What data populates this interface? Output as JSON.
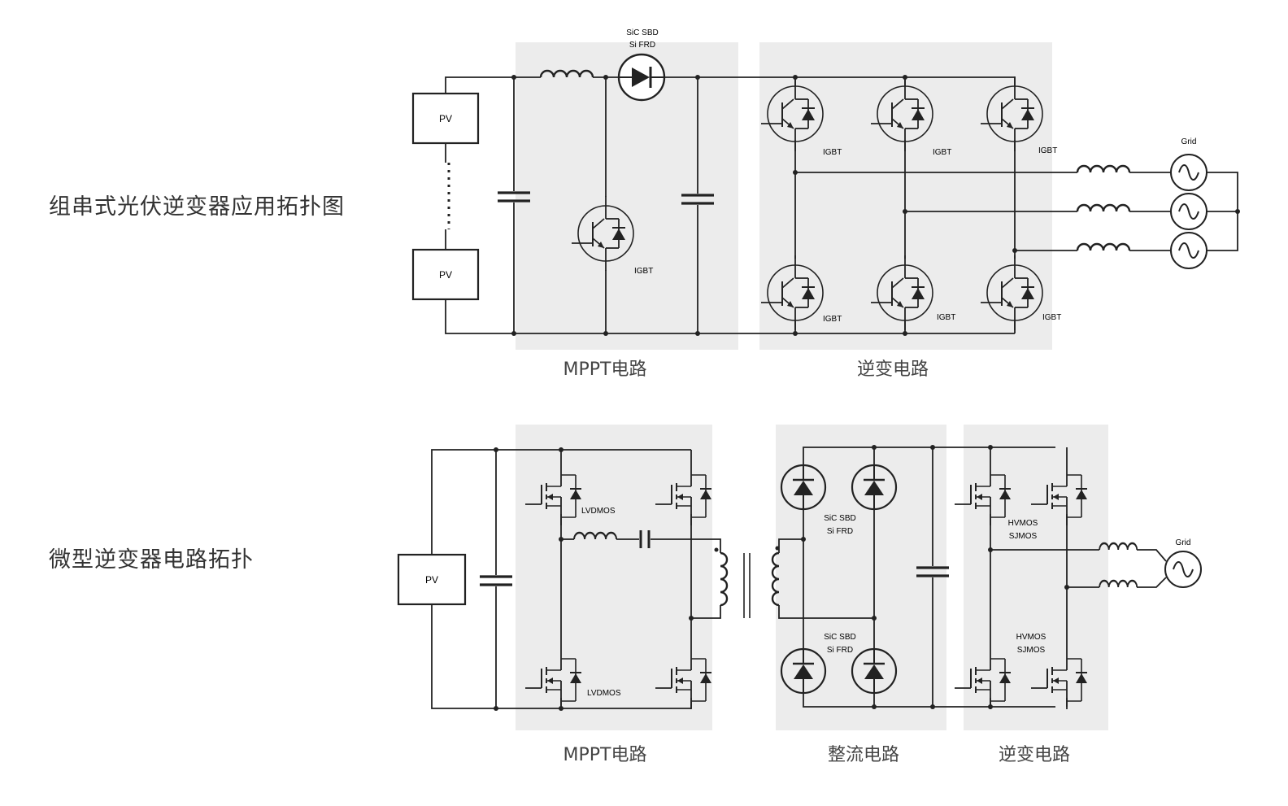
{
  "top": {
    "title": "组串式光伏逆变器应用拓扑图",
    "pv1": "PV",
    "pv2": "PV",
    "diode_label_1": "SiC SBD",
    "diode_label_2": "Si FRD",
    "igbt": "IGBT",
    "grid": "Grid",
    "mppt_label": "MPPT电路",
    "inv_label": "逆变电路"
  },
  "bottom": {
    "title": "微型逆变器电路拓扑",
    "pv": "PV",
    "lvdmos": "LVDMOS",
    "sic_sbd": "SiC SBD",
    "si_frd": "Si FRD",
    "hvmos": "HVMOS",
    "sjmos": "SJMOS",
    "grid": "Grid",
    "mppt_label": "MPPT电路",
    "rect_label": "整流电路",
    "inv_label": "逆变电路"
  }
}
